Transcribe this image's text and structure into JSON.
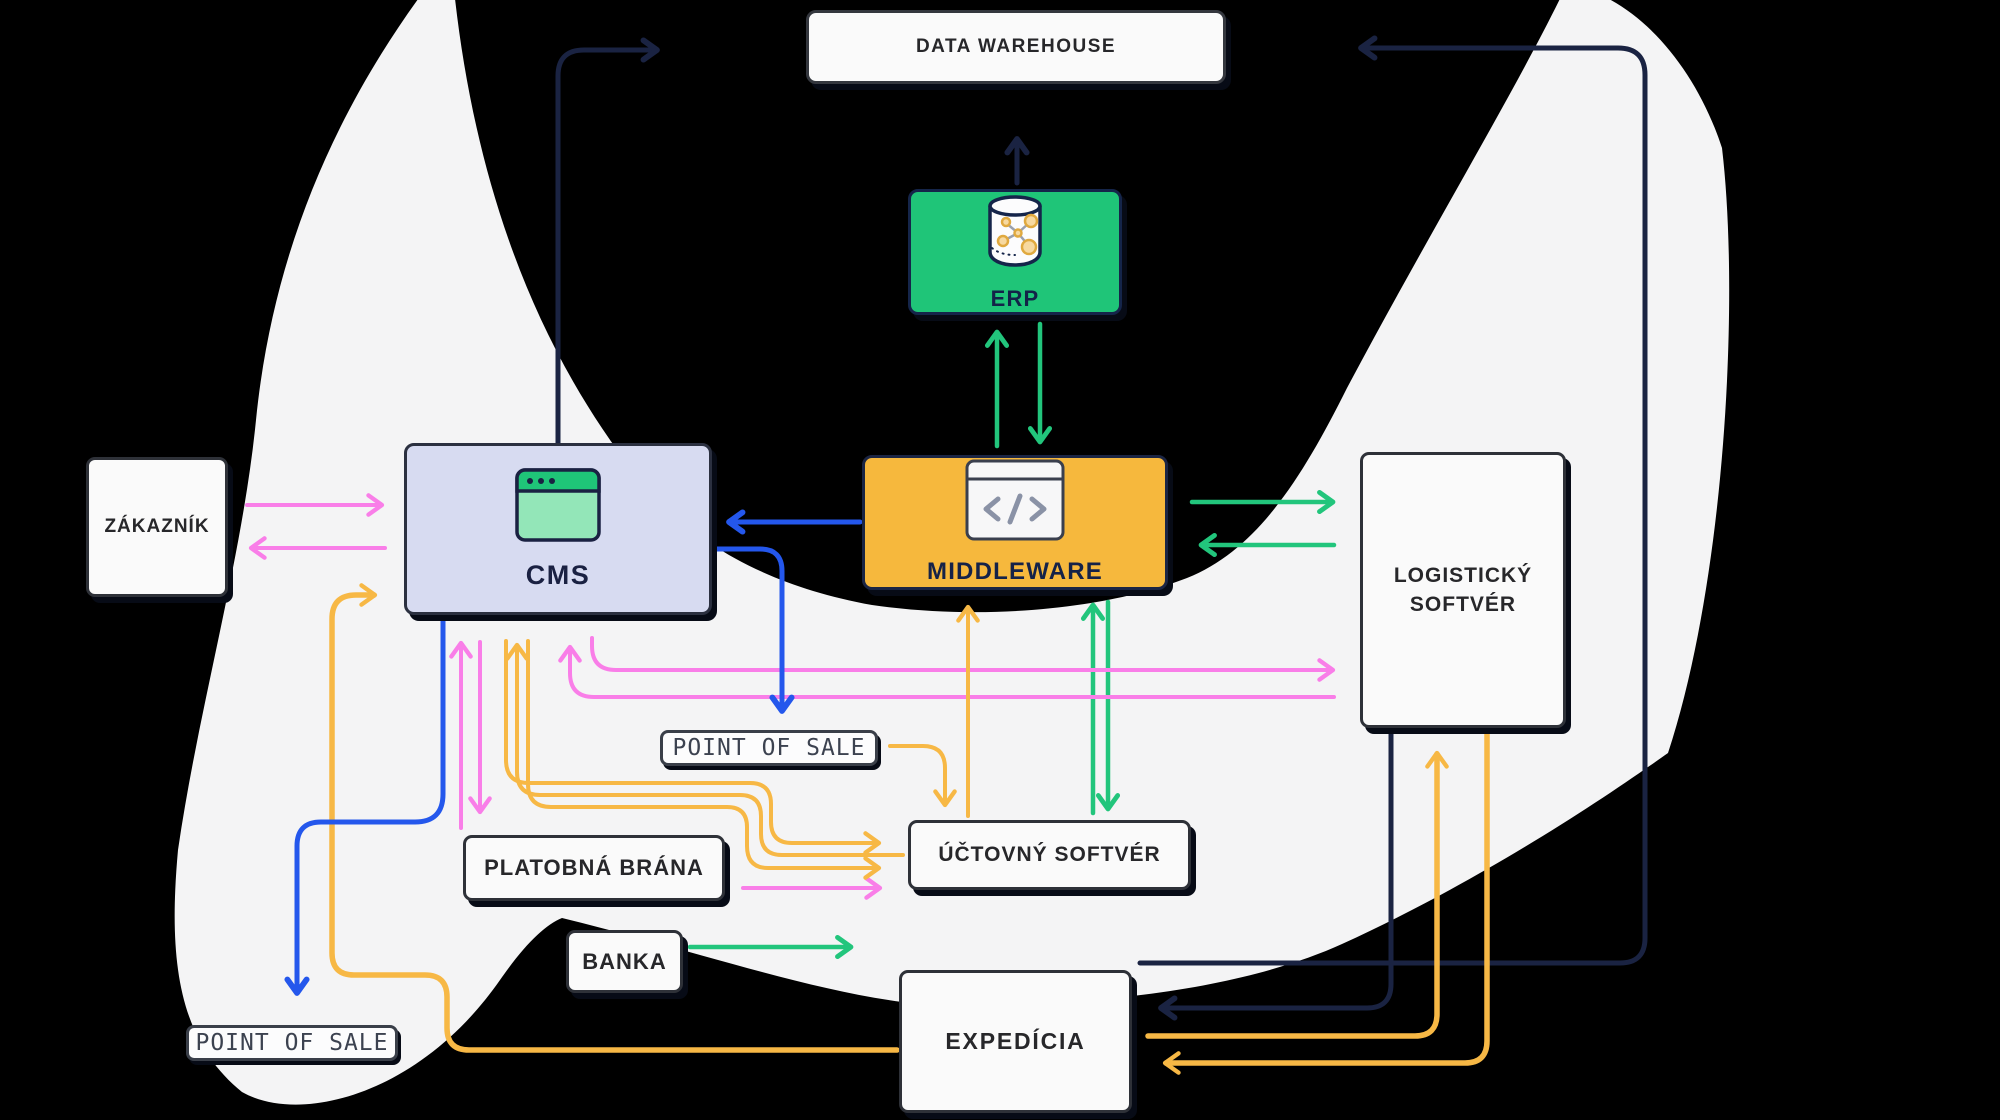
{
  "nodes": {
    "data_warehouse": {
      "label": "DATA WAREHOUSE"
    },
    "erp": {
      "label": "ERP"
    },
    "cms": {
      "label": "CMS"
    },
    "middleware": {
      "label": "MIDDLEWARE"
    },
    "zakaznik": {
      "label": "ZÁKAZNÍK"
    },
    "logisticky_softver": {
      "label": "LOGISTICKÝ SOFTVÉR"
    },
    "point_of_sale_middle": {
      "label": "POINT OF SALE"
    },
    "platobna_brana": {
      "label": "PLATOBNÁ BRÁNA"
    },
    "uctovny_softver": {
      "label": "ÚČTOVNÝ SOFTVÉR"
    },
    "banka": {
      "label": "BANKA"
    },
    "expedicia": {
      "label": "EXPEDÍCIA"
    },
    "point_of_sale_bottom": {
      "label": "POINT OF SALE"
    }
  },
  "icons": [
    "database-network-icon",
    "browser-window-icon",
    "code-window-icon"
  ],
  "colors": {
    "canvas": "#000000",
    "crescent": "#f4f4f5",
    "navy": "#1a2342",
    "blue": "#2457ec",
    "green": "#22c57c",
    "orange": "#f7b845",
    "pink": "#f97ee8",
    "erp_fill": "#1fc578",
    "cms_fill": "#d7dbf1",
    "middleware_fill": "#f6b83d",
    "box_fill": "#fafafa"
  },
  "edges": [
    {
      "from": "erp",
      "to": "data_warehouse",
      "color": "navy"
    },
    {
      "from": "cms",
      "to": "data_warehouse",
      "color": "navy"
    },
    {
      "from": "expedicia",
      "to": "data_warehouse",
      "color": "navy"
    },
    {
      "from": "logisticky_softver",
      "to": "expedicia",
      "color": "navy"
    },
    {
      "from": "middleware",
      "to": "erp",
      "color": "green"
    },
    {
      "from": "erp",
      "to": "middleware",
      "color": "green"
    },
    {
      "from": "middleware",
      "to": "logisticky_softver",
      "color": "green"
    },
    {
      "from": "logisticky_softver",
      "to": "middleware",
      "color": "green"
    },
    {
      "from": "middleware",
      "to": "uctovny_softver",
      "color": "green"
    },
    {
      "from": "uctovny_softver",
      "to": "middleware",
      "color": "green"
    },
    {
      "from": "banka",
      "to": "expedicia",
      "color": "green"
    },
    {
      "from": "middleware",
      "to": "cms",
      "color": "blue"
    },
    {
      "from": "cms",
      "to": "point_of_sale_middle",
      "color": "blue"
    },
    {
      "from": "cms",
      "to": "point_of_sale_bottom",
      "color": "blue"
    },
    {
      "from": "zakaznik",
      "to": "cms",
      "color": "pink"
    },
    {
      "from": "cms",
      "to": "zakaznik",
      "color": "pink"
    },
    {
      "from": "cms",
      "to": "platobna_brana",
      "color": "pink"
    },
    {
      "from": "platobna_brana",
      "to": "cms",
      "color": "pink"
    },
    {
      "from": "cms",
      "to": "logisticky_softver",
      "color": "pink"
    },
    {
      "from": "logisticky_softver",
      "to": "cms",
      "color": "pink"
    },
    {
      "from": "platobna_brana",
      "to": "uctovny_softver",
      "color": "pink"
    },
    {
      "from": "point_of_sale_middle",
      "to": "uctovny_softver",
      "color": "orange"
    },
    {
      "from": "uctovny_softver",
      "to": "middleware",
      "color": "orange"
    },
    {
      "from": "cms",
      "to": "uctovny_softver",
      "color": "orange"
    },
    {
      "from": "uctovny_softver",
      "to": "cms",
      "color": "orange"
    },
    {
      "from": "expedicia",
      "to": "cms",
      "color": "orange"
    },
    {
      "from": "expedicia",
      "to": "logisticky_softver",
      "color": "orange"
    },
    {
      "from": "logisticky_softver",
      "to": "expedicia",
      "color": "orange"
    }
  ]
}
